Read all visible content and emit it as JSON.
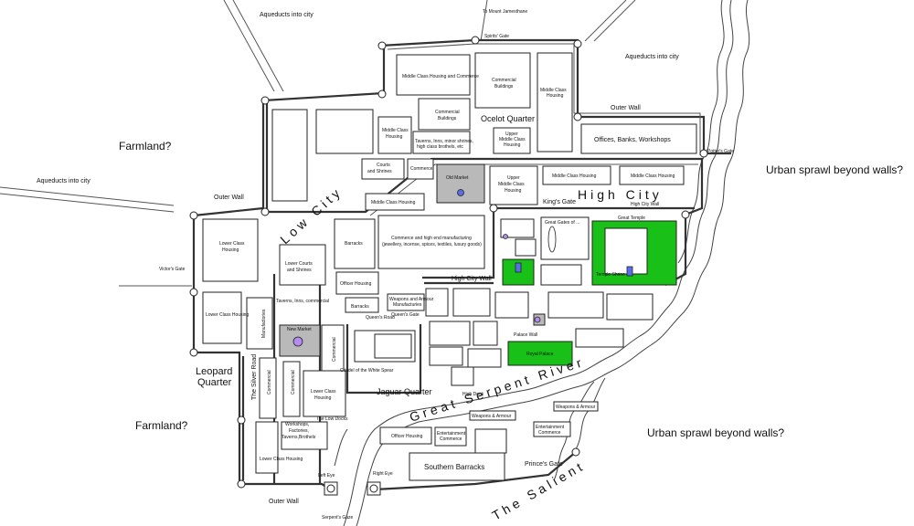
{
  "map": {
    "regions": {
      "farmland_north": "Farmland?",
      "farmland_south": "Farmland?",
      "sprawl_east": "Urban sprawl beyond walls?",
      "sprawl_southeast": "Urban sprawl beyond walls?"
    },
    "aqueducts": {
      "top": "Aqueducts into city",
      "top_right": "Aqueducts into city",
      "west": "Aqueducts into city"
    },
    "roads": {
      "mount_jamesthane": "To Mount Jamesthane",
      "silver_road": "The Silver Road",
      "queens_road": "Queen's Road"
    },
    "gates": {
      "spirits": "Spirits' Gate",
      "potters": "Potter's Gate",
      "kings": "King's Gate",
      "victors": "Victor's Gate",
      "queens": "Queen's Gate",
      "princes": "Prince's Gate",
      "great_gates": "Great Gates of ..."
    },
    "walls": {
      "outer_top": "Outer Wall",
      "outer_west": "Outer Wall",
      "outer_bottom": "Outer Wall",
      "high_city_1": "High City Wall",
      "high_city_2": "High City Wall",
      "palace": "Palace Wall"
    },
    "districts": {
      "low_city": "Low City",
      "high_city": "High City",
      "ocelot": "Ocelot Quarter",
      "leopard_1": "Leopard",
      "leopard_2": "Quarter",
      "jaguar": "Jaguar Quarter",
      "river": "Great Serpent River",
      "salient": "The Salient"
    },
    "buildings": {
      "mc_commerce": "Middle Class Housing and Commerce",
      "commercial_1a": "Commercial",
      "commercial_1b": "Buildings",
      "mc_housing_top_1": "Middle Class",
      "mc_housing_top_2": "Housing",
      "commercial_2a": "Commercial",
      "commercial_2b": "Buildings",
      "mc_housing_mid_1": "Middle Class",
      "mc_housing_mid_2": "Housing",
      "taverns_1": "Taverns, Inns, minor shrines,",
      "taverns_2": "high class brothels, etc",
      "upper_mc_small_1": "Upper",
      "upper_mc_small_2": "Middle Class",
      "upper_mc_small_3": "Housing",
      "offices": "Offices, Banks, Workshops",
      "courts_1": "Courts",
      "courts_2": "and Shrines",
      "commerce_small": "Commerce",
      "old_market": "Old Market",
      "upper_mc_1": "Upper",
      "upper_mc_2": "Middle Class",
      "upper_mc_3": "Housing",
      "mc_housing_right_1": "Middle Class Housing",
      "mc_housing_right_2": "Middle Class Housing",
      "mc_housing_low": "Middle Class Housing",
      "lc_housing_1a": "Lower Class",
      "lc_housing_1b": "Housing",
      "barracks_1": "Barracks",
      "high_end_1": "Commerce and high end manufacturing",
      "high_end_2": "(jewellery, incense, spices, textiles, luxury goods)",
      "lower_courts_1": "Lower Courts",
      "lower_courts_2": "and Shrines",
      "officer_housing_1": "Officer Housing",
      "barracks_2": "Barracks",
      "taverns_inns": "Taverns, Inns, commercial",
      "weapons_armour_1": "Weapons and Armour",
      "weapons_armour_2": "Manufacturies",
      "lc_housing_small": "Lower Class Housing",
      "manufactories": "Manufactories",
      "new_market": "New Market",
      "commercial_v1": "Commercial",
      "commercial_v2": "Commercial",
      "commercial_v3": "Commercial",
      "lc_housing_2a": "Lower Class",
      "lc_housing_2b": "Housing",
      "workshops_1": "Workshops,",
      "workshops_2": "Factories,",
      "workshops_3": "Taverns,Brothels",
      "low_docks": "The Low Docks",
      "lc_housing_bottom": "Lower Class Housing",
      "citadel": "Citadel of the White Spear",
      "royal_palace": "Royal Palace",
      "great_temple": "Great Temple",
      "temple_shrine": "Temple Shrine",
      "high_dock": "High Dock",
      "weapons_1": "Weapons & Armour",
      "weapons_2": "Weapons & Armour",
      "officer_housing_2": "Officer Housing",
      "entertainment_1a": "Entertainment",
      "entertainment_1b": "Commerce",
      "entertainment_2a": "Entertainment",
      "entertainment_2b": "Commerce",
      "southern_barracks": "Southern Barracks"
    },
    "towers": {
      "left_eye": "Left Eye",
      "right_eye": "Right Eye",
      "serpents_gaze": "Serpent's Gaze"
    },
    "colors": {
      "green": "#18c018",
      "gray": "#b9b9b9",
      "market_dot": "#b58cf0",
      "blue_marker": "#5a6ee8"
    }
  }
}
